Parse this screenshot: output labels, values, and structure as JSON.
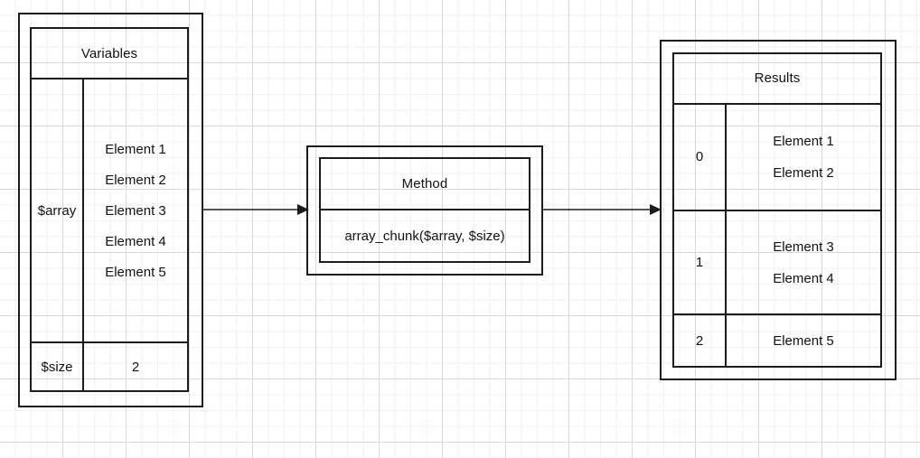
{
  "diagram": {
    "title_semantic": "php-array-chunk-flow",
    "colors": {
      "stroke": "#1c1c1c",
      "text": "#121212",
      "grid_minor": "#f2f2f2",
      "grid_major": "#d9d9d9",
      "background": "#ffffff"
    }
  },
  "variables": {
    "title": "Variables",
    "rows": [
      {
        "key": "$array",
        "values": [
          "Element 1",
          "Element 2",
          "Element 3",
          "Element 4",
          "Element 5"
        ]
      },
      {
        "key": "$size",
        "values": [
          "2"
        ]
      }
    ]
  },
  "method": {
    "title": "Method",
    "signature": "array_chunk($array, $size)"
  },
  "results": {
    "title": "Results",
    "rows": [
      {
        "key": "0",
        "values": [
          "Element 1",
          "Element 2"
        ]
      },
      {
        "key": "1",
        "values": [
          "Element 3",
          "Element 4"
        ]
      },
      {
        "key": "2",
        "values": [
          "Element 5"
        ]
      }
    ]
  },
  "arrows": [
    {
      "name": "arrow-variables-to-method",
      "from": "variables",
      "to": "method"
    },
    {
      "name": "arrow-method-to-results",
      "from": "method",
      "to": "results"
    }
  ]
}
